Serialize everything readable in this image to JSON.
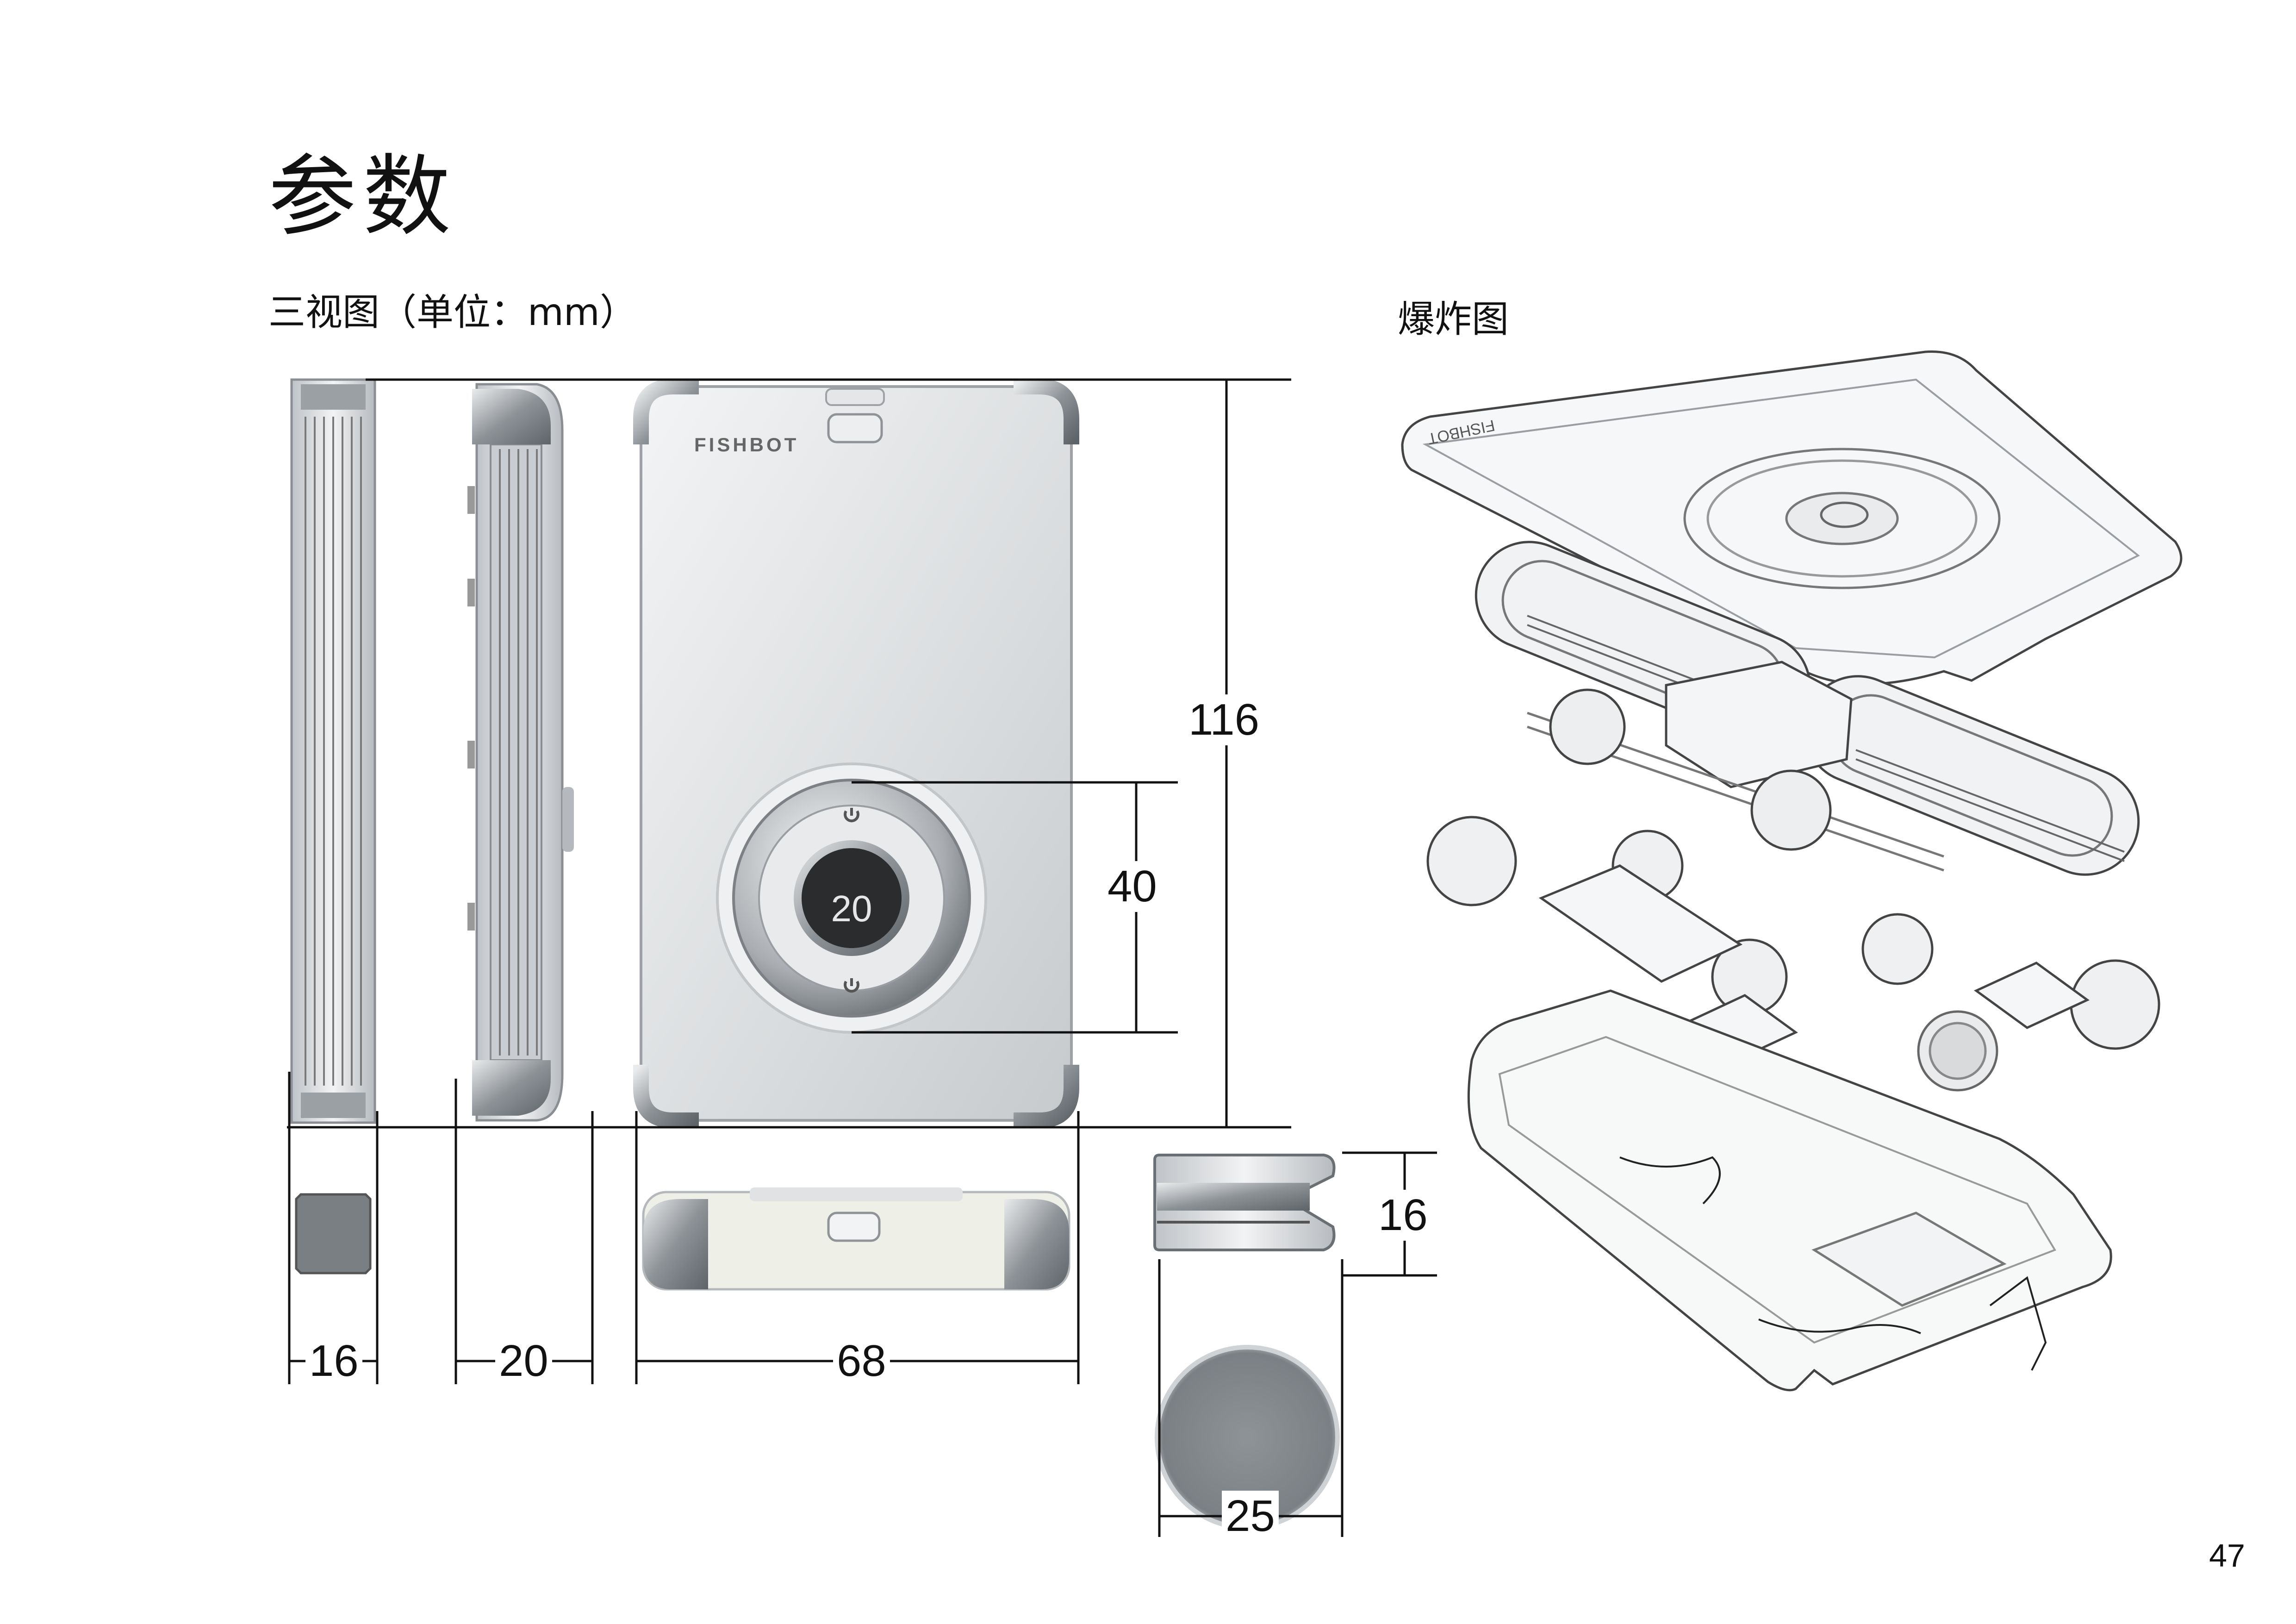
{
  "page": {
    "title": "参数",
    "three_view_label": "三视图（单位：mm）",
    "exploded_label": "爆炸图",
    "page_number": "47"
  },
  "device": {
    "brand": "FISHBOT",
    "display_value": "20"
  },
  "dimensions": {
    "height": "116",
    "knob_diameter": "40",
    "side_depth": "16",
    "side_width": "20",
    "front_width": "68",
    "wheel_height": "16",
    "wheel_diameter": "25"
  },
  "colors": {
    "body": "#d9dbdd",
    "body_highlight": "#eef0f1",
    "metal": "#9ea3a8",
    "dark_metal": "#6f7479",
    "screen": "#2a2c2e",
    "line": "#111111"
  }
}
